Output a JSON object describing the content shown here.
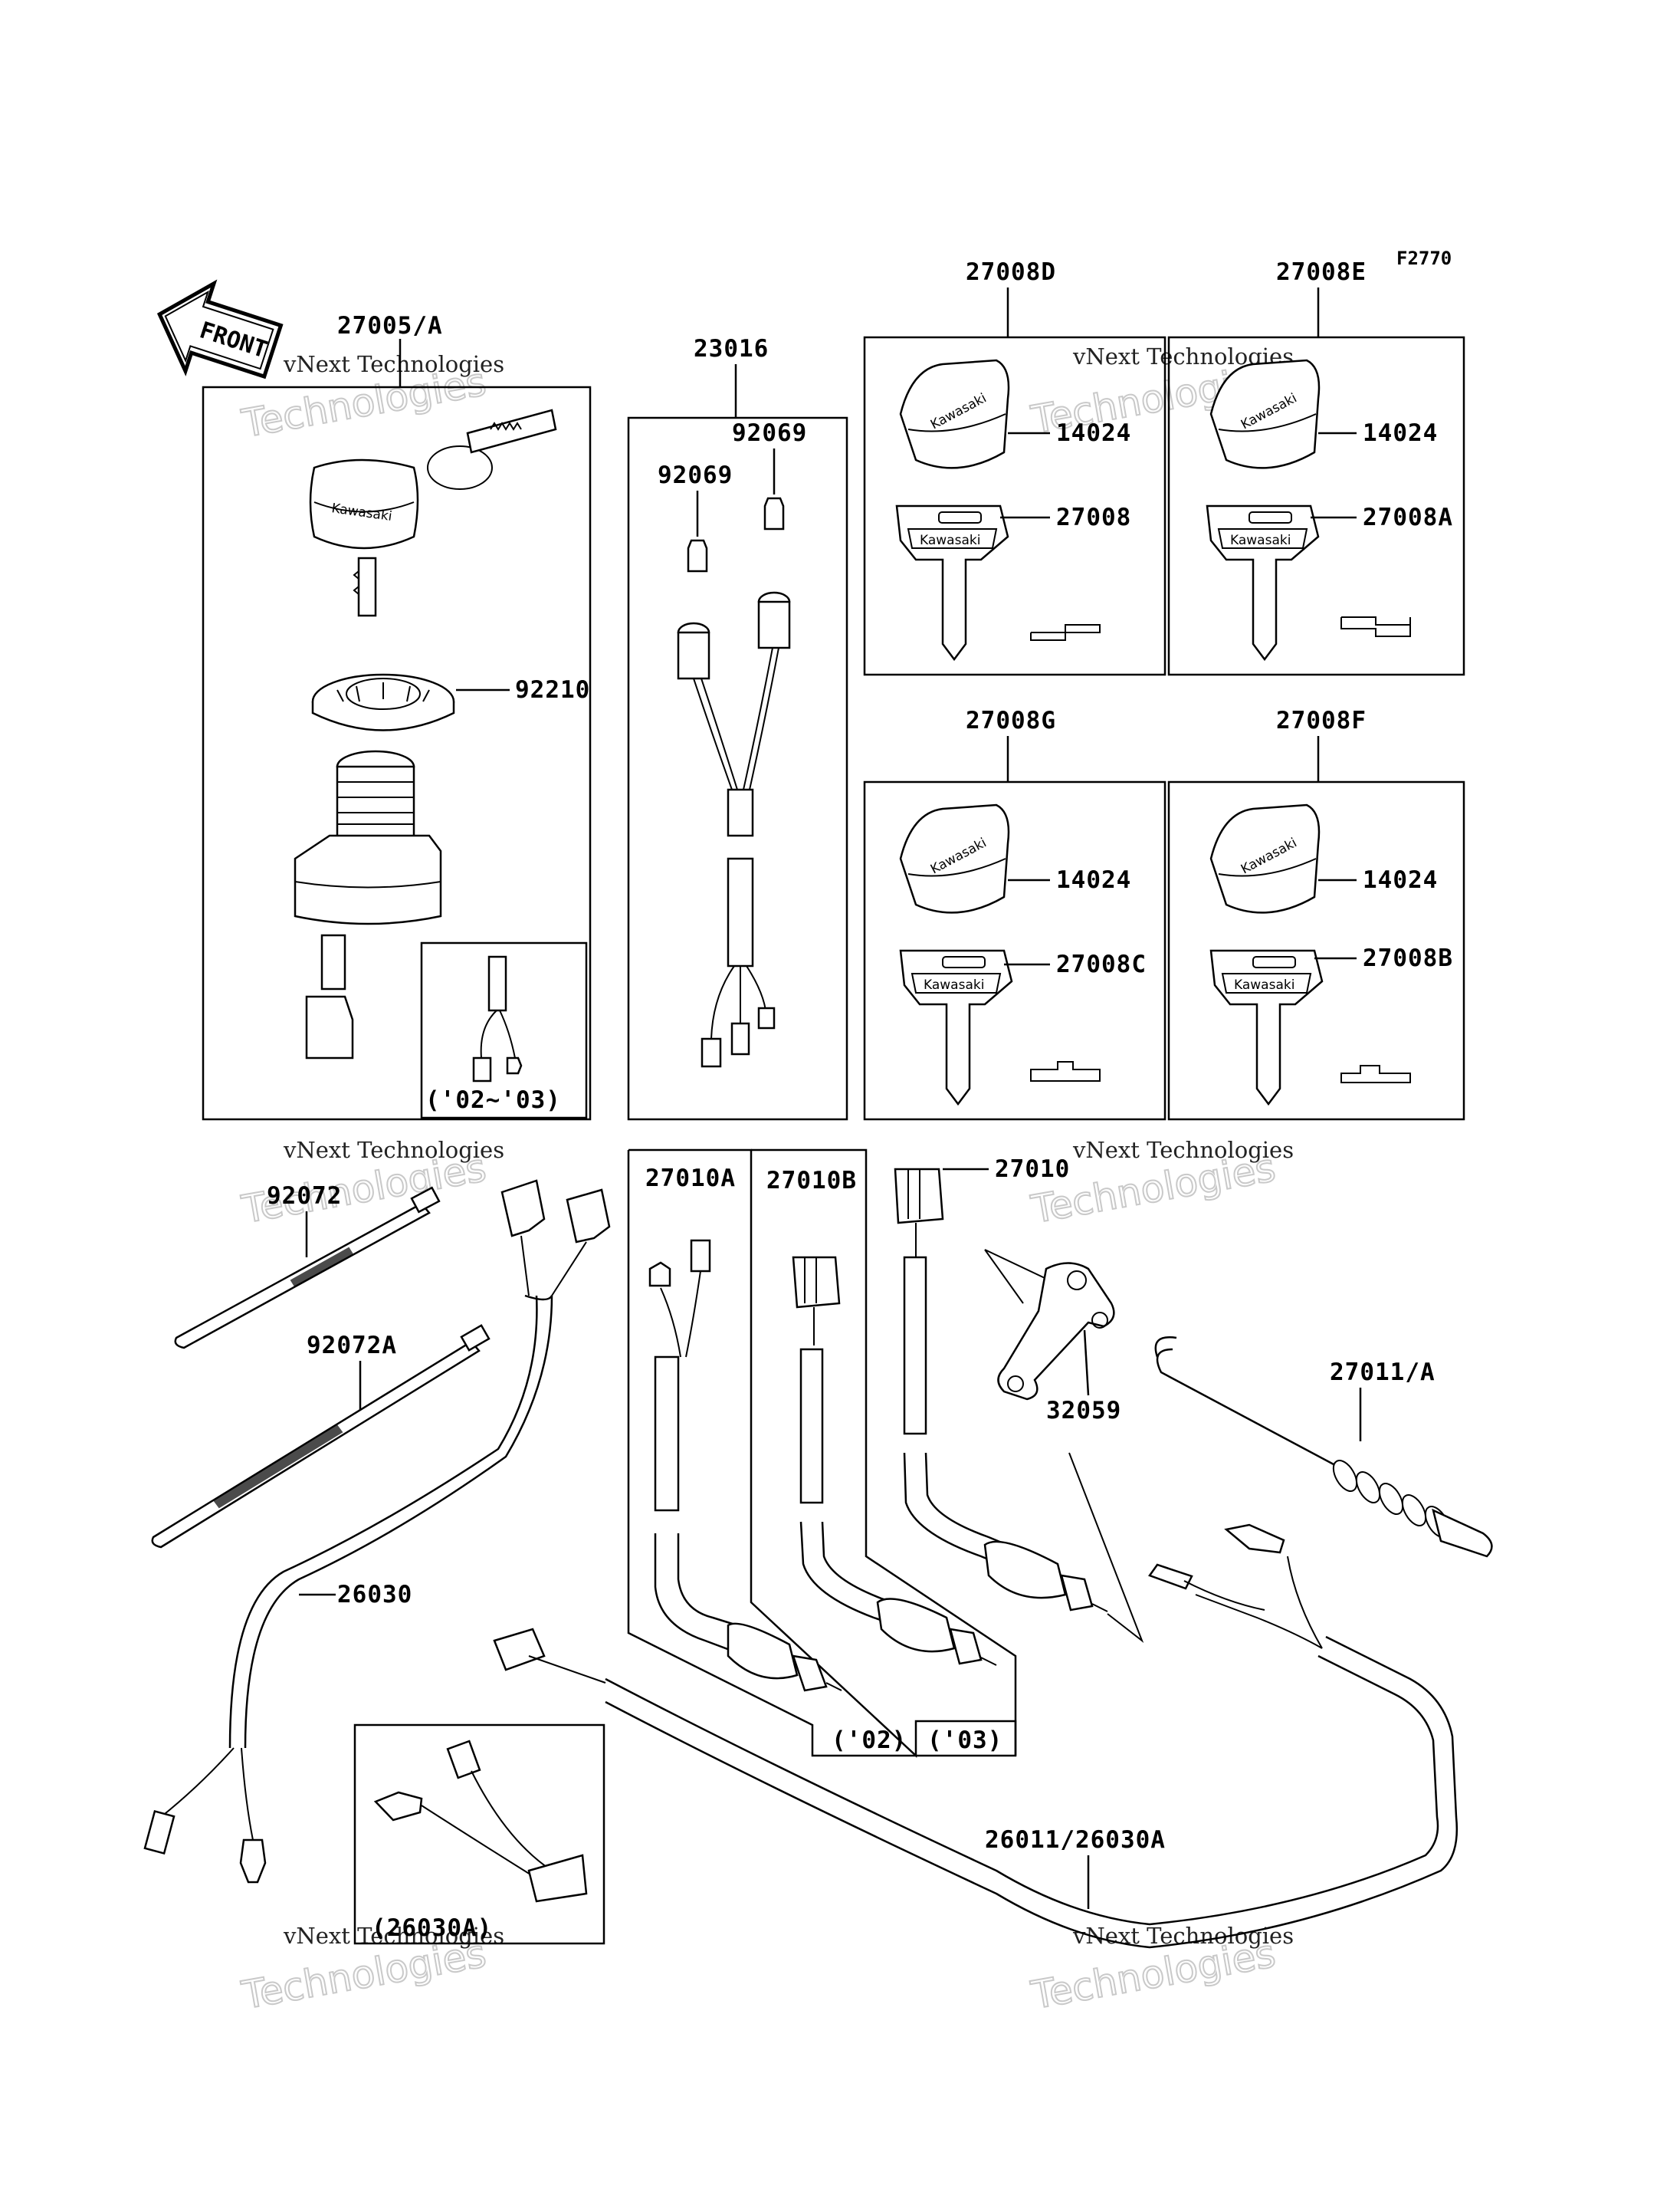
{
  "figure_code": "F2770",
  "front_arrow": {
    "label": "FRONT",
    "icon": "front-direction-arrow-icon"
  },
  "parts": {
    "ignition_switch_assy": "27005/A",
    "nut": "92210",
    "harness": "23016",
    "cap_a": "92069",
    "cap_b": "92069",
    "key_set_d": "27008D",
    "key_set_e": "27008E",
    "key_set_g": "27008G",
    "key_set_f": "27008F",
    "knob_d": "14024",
    "knob_e": "14024",
    "knob_g": "14024",
    "knob_f": "14024",
    "key_d": "27008",
    "key_e": "27008A",
    "key_g": "27008C",
    "key_f": "27008B",
    "band": "92072",
    "band_a": "92072A",
    "lead_26030": "26030",
    "switch_a": "27010A",
    "switch_b": "27010B",
    "switch": "27010",
    "bracket": "32059",
    "spring": "27011/A",
    "lead_main": "26011/26030A"
  },
  "variant_notes": {
    "ignition_years": "('02~'03)",
    "year_02": "('02)",
    "year_03": "('03)",
    "lead_variant": "(26030A)"
  },
  "key_brand": "Kawasaki",
  "watermarks": [
    {
      "line1": "vNext Technologies",
      "line2": "Technologies"
    },
    {
      "line1": "vNext Technologies",
      "line2": "Technologies"
    },
    {
      "line1": "vNext Technologies",
      "line2": "Technologies"
    },
    {
      "line1": "vNext Technologies",
      "line2": "Technologies"
    },
    {
      "line1": "vNext Technologies",
      "line2": "Technologies"
    },
    {
      "line1": "vNext Technologies",
      "line2": "Technologies"
    }
  ]
}
